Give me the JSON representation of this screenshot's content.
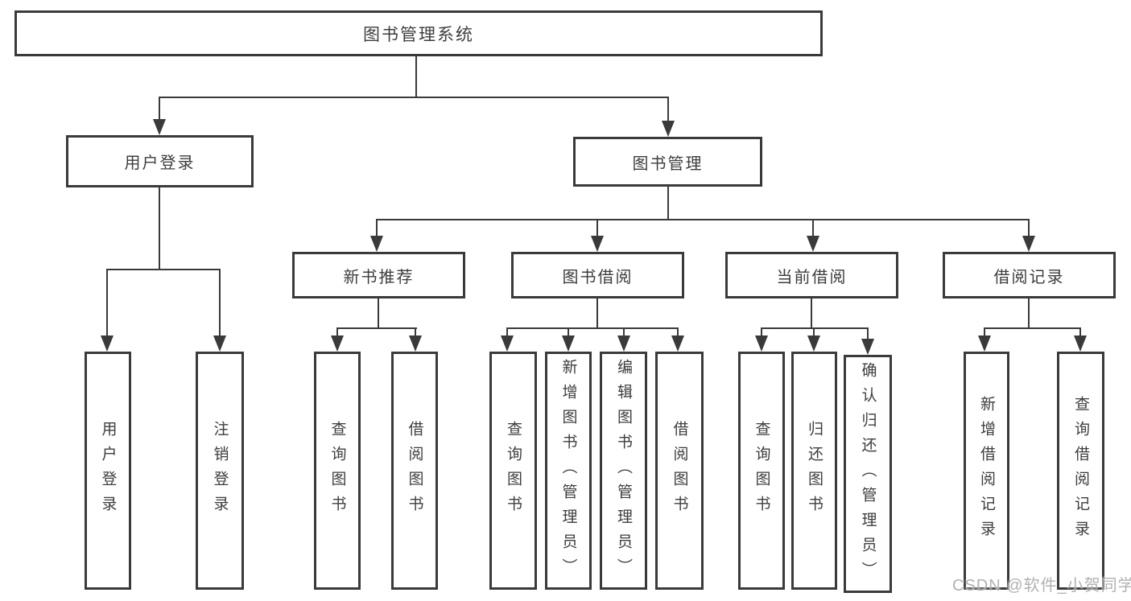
{
  "diagram_type": "hierarchy-flowchart",
  "tree": {
    "root": {
      "label": "图书管理系统"
    },
    "branches": [
      {
        "label": "用户登录",
        "children": [
          {
            "label": "用户登录"
          },
          {
            "label": "注销登录"
          }
        ]
      },
      {
        "label": "图书管理",
        "groups": [
          {
            "label": "新书推荐",
            "children": [
              {
                "label": "查询图书"
              },
              {
                "label": "借阅图书"
              }
            ]
          },
          {
            "label": "图书借阅",
            "children": [
              {
                "label": "查询图书"
              },
              {
                "label": "新增图书（管理员）"
              },
              {
                "label": "编辑图书（管理员）"
              },
              {
                "label": "借阅图书"
              }
            ]
          },
          {
            "label": "当前借阅",
            "children": [
              {
                "label": "查询图书"
              },
              {
                "label": "归还图书"
              },
              {
                "label": "确认归还（管理员）"
              }
            ]
          },
          {
            "label": "借阅记录",
            "children": [
              {
                "label": "新增借阅记录"
              },
              {
                "label": "查询借阅记录"
              }
            ]
          }
        ]
      }
    ]
  },
  "watermark": "CSDN @软件_小贺同学",
  "colors": {
    "line": "#3a3a3a",
    "text": "#3d3d3d",
    "watermark": "#a8a8a8",
    "background": "#ffffff"
  }
}
